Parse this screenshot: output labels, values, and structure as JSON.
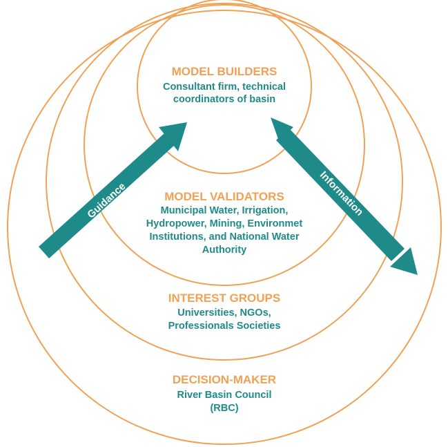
{
  "colors": {
    "ring": "#f0a154",
    "title": "#f0a154",
    "description": "#1f8a8a",
    "arrow": "#1f8a8a",
    "arrow_label": "#ffffff"
  },
  "groups": {
    "model_builders": {
      "title": "MODEL BUILDERS",
      "lines": [
        "Consultant firm, technical",
        "coordinators of basin"
      ]
    },
    "model_validators": {
      "title": "MODEL VALIDATORS",
      "lines": [
        "Municipal Water, Irrigation,",
        "Hydropower, Mining, Environmet",
        "Institutions, and National Water",
        "Authority"
      ]
    },
    "interest_groups": {
      "title": "INTEREST GROUPS",
      "lines": [
        "Universities, NGOs,",
        "Professionals Societies"
      ]
    },
    "decision_maker": {
      "title": "DECISION-MAKER",
      "lines": [
        "River Basin Council",
        "(RBC)"
      ]
    }
  },
  "arrows": {
    "guidance": "Guidance",
    "information": "Information"
  }
}
